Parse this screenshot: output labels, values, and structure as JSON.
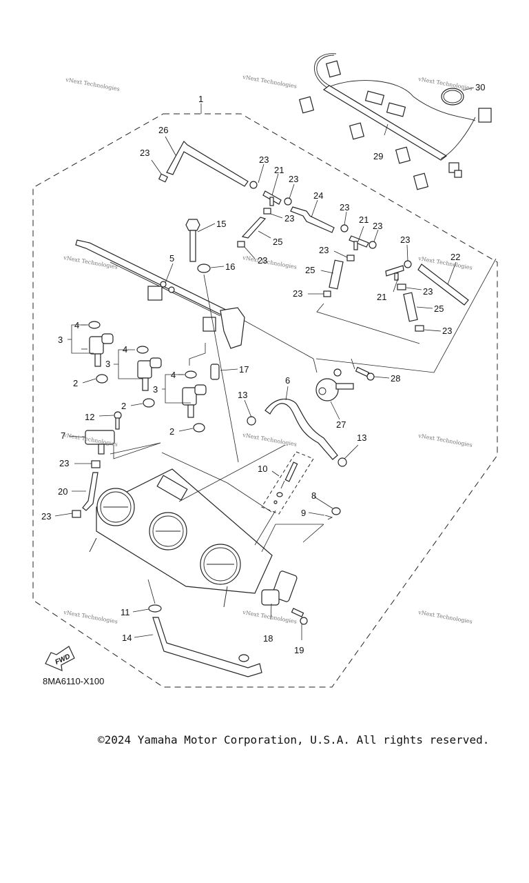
{
  "diagram": {
    "title": "Intake / Throttle Body Parts Diagram",
    "diagram_code": "8MA6110-X100",
    "forward_badge": "FWD",
    "watermark_text": "vNext Technologies",
    "assembly_label": "1",
    "callouts": [
      {
        "id": "c1",
        "label": "1"
      },
      {
        "id": "c2a",
        "label": "2"
      },
      {
        "id": "c2b",
        "label": "2"
      },
      {
        "id": "c2c",
        "label": "2"
      },
      {
        "id": "c3a",
        "label": "3"
      },
      {
        "id": "c3b",
        "label": "3"
      },
      {
        "id": "c3c",
        "label": "3"
      },
      {
        "id": "c4a",
        "label": "4"
      },
      {
        "id": "c4b",
        "label": "4"
      },
      {
        "id": "c4c",
        "label": "4"
      },
      {
        "id": "c5",
        "label": "5"
      },
      {
        "id": "c6",
        "label": "6"
      },
      {
        "id": "c7",
        "label": "7"
      },
      {
        "id": "c8",
        "label": "8"
      },
      {
        "id": "c9",
        "label": "9"
      },
      {
        "id": "c10",
        "label": "10"
      },
      {
        "id": "c11",
        "label": "11"
      },
      {
        "id": "c12",
        "label": "12"
      },
      {
        "id": "c13a",
        "label": "13"
      },
      {
        "id": "c13b",
        "label": "13"
      },
      {
        "id": "c14",
        "label": "14"
      },
      {
        "id": "c15",
        "label": "15"
      },
      {
        "id": "c16",
        "label": "16"
      },
      {
        "id": "c17",
        "label": "17"
      },
      {
        "id": "c18",
        "label": "18"
      },
      {
        "id": "c19",
        "label": "19"
      },
      {
        "id": "c20",
        "label": "20"
      },
      {
        "id": "c21a",
        "label": "21"
      },
      {
        "id": "c21b",
        "label": "21"
      },
      {
        "id": "c21c",
        "label": "21"
      },
      {
        "id": "c22",
        "label": "22"
      },
      {
        "id": "c23",
        "label": "23"
      },
      {
        "id": "c24",
        "label": "24"
      },
      {
        "id": "c25a",
        "label": "25"
      },
      {
        "id": "c25b",
        "label": "25"
      },
      {
        "id": "c25c",
        "label": "25"
      },
      {
        "id": "c26",
        "label": "26"
      },
      {
        "id": "c27",
        "label": "27"
      },
      {
        "id": "c28",
        "label": "28"
      },
      {
        "id": "c29",
        "label": "29"
      },
      {
        "id": "c30",
        "label": "30"
      }
    ]
  },
  "footer": {
    "copyright": "©2024 Yamaha Motor Corporation, U.S.A. All rights reserved."
  }
}
